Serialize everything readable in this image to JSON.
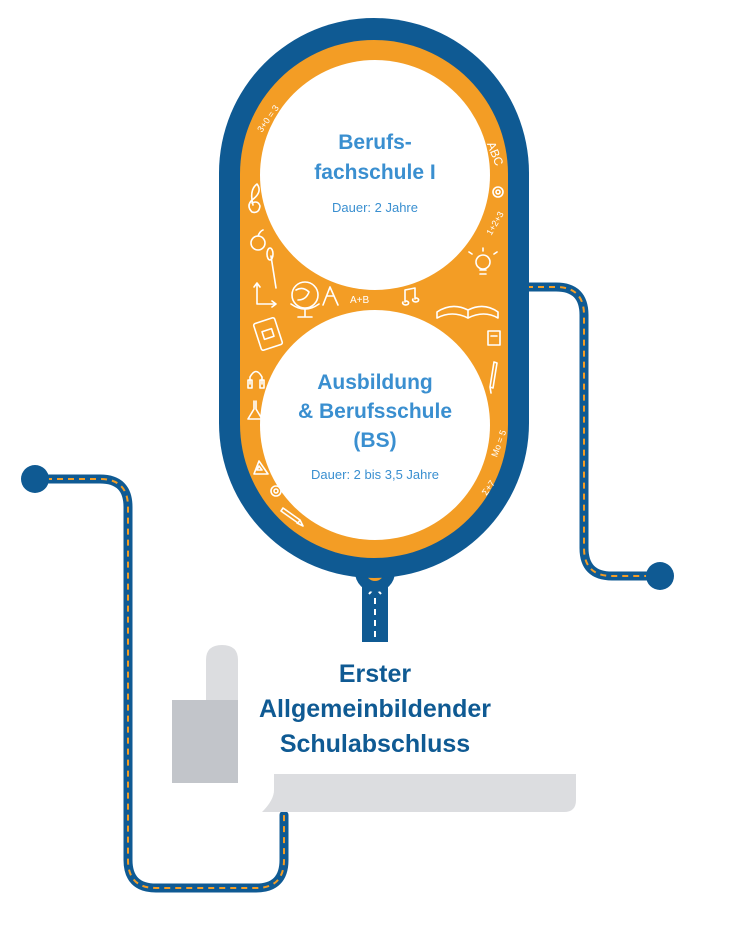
{
  "boxes": {
    "top": {
      "title_line1": "Berufs-",
      "title_line2": "fachschule I",
      "duration": "Dauer: 2 Jahre"
    },
    "bottom": {
      "title_line1": "Ausbildung",
      "title_line2": "& Berufsschule",
      "title_line3": "(BS)",
      "duration": "Dauer: 2 bis 3,5 Jahre"
    }
  },
  "base": {
    "line1": "Erster",
    "line2": "Allgemeinbildender",
    "line3": "Schulabschluss"
  },
  "doodles": {
    "abc": "ABC",
    "ab": "A+B",
    "equation": "1+2+3",
    "formula_left": "3+0 = 3",
    "formula_right": "Mo = 5",
    "sum": "Σ+7"
  },
  "colors": {
    "dark_blue": "#0f5a93",
    "orange": "#f39d25",
    "light_blue_text": "#3a8fd0",
    "grey_paper": "#dcdde0",
    "grey_dark": "#c2c5ca"
  }
}
